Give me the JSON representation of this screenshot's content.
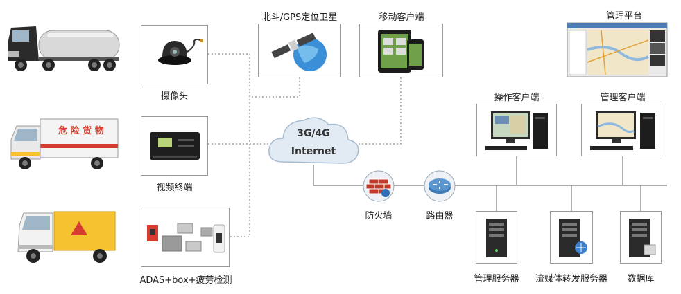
{
  "devices": {
    "camera": "摄像头",
    "satellite": "北斗/GPS定位卫星",
    "mobile": "移动客户端",
    "platform": "管理平台",
    "terminal": "视频终端",
    "adas": "ADAS+box+疲劳检测",
    "ops_client": "操作客户端",
    "mgmt_client": "管理客户端"
  },
  "network": {
    "cloud_line1": "3G/4G",
    "cloud_line2": "Internet",
    "firewall": "防火墙",
    "router": "路由器"
  },
  "servers": {
    "mgmt_server": "管理服务器",
    "stream_server": "流媒体转发服务器",
    "database": "数据库"
  },
  "truck_sign": "危 险 货 物",
  "colors": {
    "line": "#7a7a7a",
    "dotted": "#8a8a8a",
    "cloud": "#dfe9f3",
    "truck_orange": "#f5c230",
    "truck_red": "#d63c2f"
  }
}
